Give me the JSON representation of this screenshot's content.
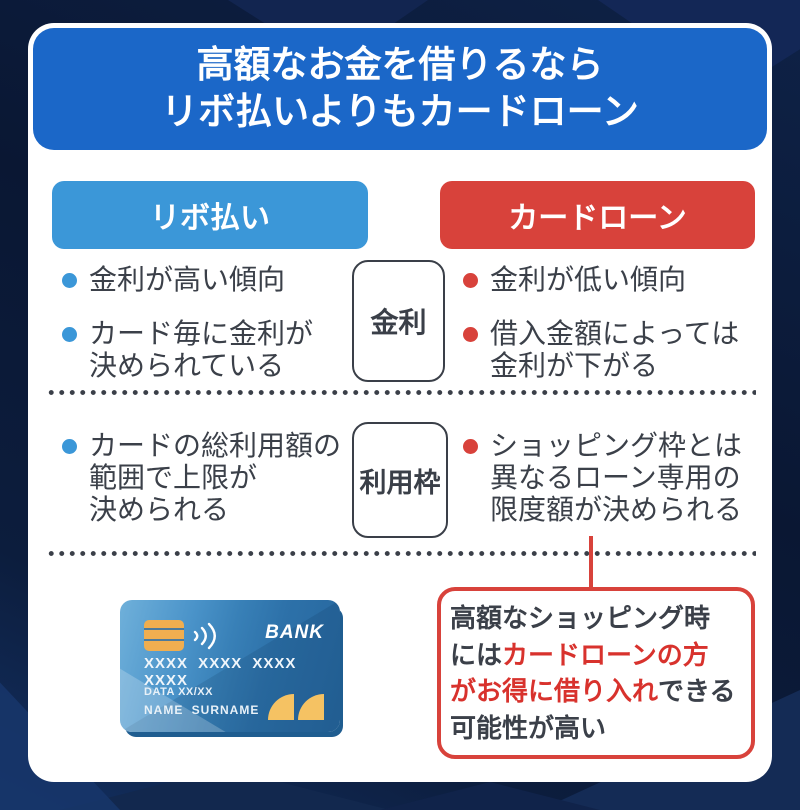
{
  "header": {
    "line1": "高額なお金を借りるなら",
    "line2": "リボ払いよりもカードローン"
  },
  "columns": {
    "left": {
      "label": "リボ払い",
      "color": "#3b97d8"
    },
    "right": {
      "label": "カードローン",
      "color": "#d8423b"
    }
  },
  "comparison_rows": [
    {
      "category": "金利",
      "left_items": [
        "金利が高い傾向",
        "カード毎に金利が\n決められている"
      ],
      "right_items": [
        "金利が低い傾向",
        "借入金額によっては\n金利が下がる"
      ]
    },
    {
      "category": "利用枠",
      "left_items": [
        "カードの総利用額の\n範囲で上限が\n決められる"
      ],
      "right_items": [
        "ショッピング枠とは\n異なるローン専用の\n限度額が決められる"
      ]
    }
  ],
  "card": {
    "bank_label": "BANK",
    "number": "XXXX XXXX XXXX XXXX",
    "date_label": "DATA XX/XX",
    "name_label": "NAME SURNAME"
  },
  "callout": {
    "lines": [
      [
        {
          "text": "高額なショッピング時",
          "highlight": false
        }
      ],
      [
        {
          "text": "には",
          "highlight": false
        },
        {
          "text": "カードローンの方",
          "highlight": true
        }
      ],
      [
        {
          "text": "がお得に借り入れ",
          "highlight": true
        },
        {
          "text": "できる",
          "highlight": false
        }
      ],
      [
        {
          "text": "可能性が高い",
          "highlight": false
        }
      ]
    ]
  },
  "icons": {
    "bullet_left": "blue-dot-icon",
    "bullet_right": "red-dot-icon",
    "chip": "card-chip-icon",
    "contactless": "contactless-icon",
    "card_logo": "dual-sail-logo-icon"
  },
  "colors": {
    "header_blue": "#1b67c8",
    "accent_blue": "#3b97d8",
    "accent_red": "#d8423b",
    "highlight_red": "#d8322d",
    "text_dark": "#3b4049",
    "background_navy": "#0b1a36",
    "chip_gold": "#f0ae50",
    "panel_white": "#ffffff"
  }
}
